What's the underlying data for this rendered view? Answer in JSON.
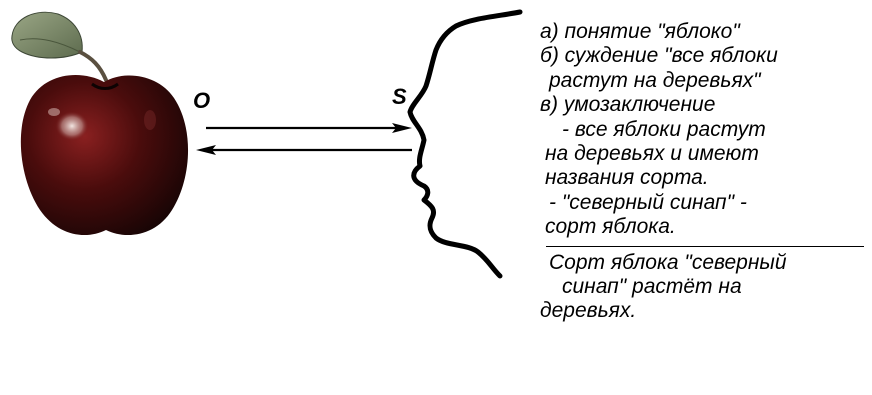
{
  "diagram": {
    "object_label": "O",
    "subject_label": "S",
    "text": {
      "a": "а) понятие \"яблоко\"",
      "b1": "б) суждение \"все яблоки",
      "b2": "растут на деревьях\"",
      "c": "в) умозаключение",
      "c1": "- все яблоки растут",
      "c2": "на деревьях и имеют",
      "c3": "названия сорта.",
      "c4": "- \"северный синап\" -",
      "c5": "сорт яблока.",
      "conclusion1": "Сорт яблока \"северный",
      "conclusion2": "синап\" растёт на",
      "conclusion3": "деревьях."
    },
    "colors": {
      "apple_dark": "#1a0707",
      "apple_mid": "#6b1010",
      "apple_highlight": "#d9c6c0",
      "leaf": "#7b8a6a",
      "stroke": "#000000"
    }
  }
}
